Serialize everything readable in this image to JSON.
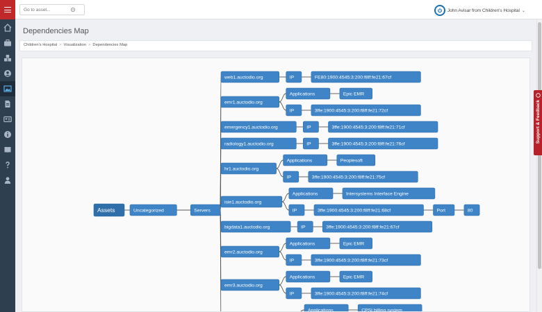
{
  "topbar": {
    "search_placeholder": "Go to asset...",
    "user_name": "John Avisar from Children's Hospital"
  },
  "page": {
    "title": "Dependencies Map"
  },
  "breadcrumb": [
    "Children's Hospital",
    "Visualization",
    "Dependencies Map"
  ],
  "sidebar": {
    "items": [
      {
        "icon": "home-icon"
      },
      {
        "icon": "briefcase-icon"
      },
      {
        "icon": "cubes-icon"
      },
      {
        "icon": "user-circle-icon"
      },
      {
        "icon": "picture-icon",
        "active": true
      },
      {
        "icon": "document-icon"
      },
      {
        "icon": "id-card-icon"
      },
      {
        "icon": "info-icon"
      },
      {
        "icon": "book-icon"
      },
      {
        "icon": "question-icon"
      },
      {
        "icon": "user-icon"
      }
    ]
  },
  "feedback": {
    "label": "Support & Feedback"
  },
  "map": {
    "root": "Assets",
    "level1": "Uncategorized",
    "level2": "Servers",
    "servers": [
      {
        "name": "web1.auctodio.org",
        "children": [
          {
            "label": "IP",
            "value": "FE80:1900:4545:3:200:f8ff:fe21:67cf"
          }
        ]
      },
      {
        "name": "emr1.auctodio.org",
        "children": [
          {
            "label": "Applications",
            "value": "Epic EMR"
          },
          {
            "label": "IP",
            "value": "3ffe:1900:4545:3:200:f8ff:fe21:72cf"
          }
        ]
      },
      {
        "name": "emergency1.auctodio.org",
        "children": [
          {
            "label": "IP",
            "value": "3ffe:1900:4545:3:200:f8ff:fe21:71cf"
          }
        ]
      },
      {
        "name": "radiology1.auctodio.org",
        "children": [
          {
            "label": "IP",
            "value": "3ffe:1900:4545:3:200:f8ff:fe21:76cf"
          }
        ]
      },
      {
        "name": "hr1.auctodio.org",
        "children": [
          {
            "label": "Applications",
            "value": "Peoplesoft"
          },
          {
            "label": "IP",
            "value": "3ffe:1900:4545:3:200:f8ff:fe21:75cf"
          }
        ]
      },
      {
        "name": "isie1.auctodio.org",
        "children": [
          {
            "label": "Applications",
            "value": "Intersystems Interface Engine"
          },
          {
            "label": "IP",
            "value": "3ffe:1900:4545:3:200:f8ff:fe21:68cf",
            "port_label": "Port",
            "port_value": "80"
          }
        ]
      },
      {
        "name": "bigdata1.auctodio.org",
        "children": [
          {
            "label": "IP",
            "value": "3ffe:1900:4545:3:200:f8ff:fe21:67cf"
          }
        ]
      },
      {
        "name": "emr2.auctodio.org",
        "children": [
          {
            "label": "Applications",
            "value": "Epic EMR"
          },
          {
            "label": "IP",
            "value": "3ffe:1900:4545:3:200:f8ff:fe21:73cf"
          }
        ]
      },
      {
        "name": "emr3.auctodio.org",
        "children": [
          {
            "label": "Applications",
            "value": "Epic EMR"
          },
          {
            "label": "IP",
            "value": "3ffe:1900:4545:3:200:f8ff:fe21:74cf"
          }
        ]
      },
      {
        "name": "",
        "children": [
          {
            "label": "Applications",
            "value": "CPSI billing system"
          }
        ]
      }
    ]
  }
}
